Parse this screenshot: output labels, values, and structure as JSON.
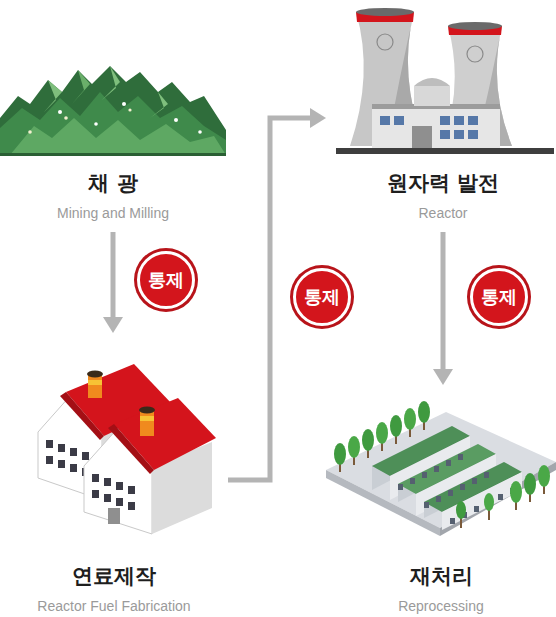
{
  "diagram": {
    "nodes": [
      {
        "text": [
          "채 광",
          "Mining and Milling"
        ]
      },
      {
        "text": [
          "원자력 발전",
          "Reactor"
        ]
      },
      {
        "text": [
          "연료제작",
          "Reactor Fuel Fabrication"
        ]
      },
      {
        "text": [
          "재처리",
          "Reprocessing"
        ]
      }
    ],
    "edges": [
      {
        "from": 0,
        "to": 2,
        "arrow": "to",
        "label": "통제"
      },
      {
        "from": 2,
        "to": 1,
        "arrow": "to",
        "label": "통제"
      },
      {
        "from": 1,
        "to": 3,
        "arrow": "to",
        "label": "통제"
      }
    ]
  }
}
